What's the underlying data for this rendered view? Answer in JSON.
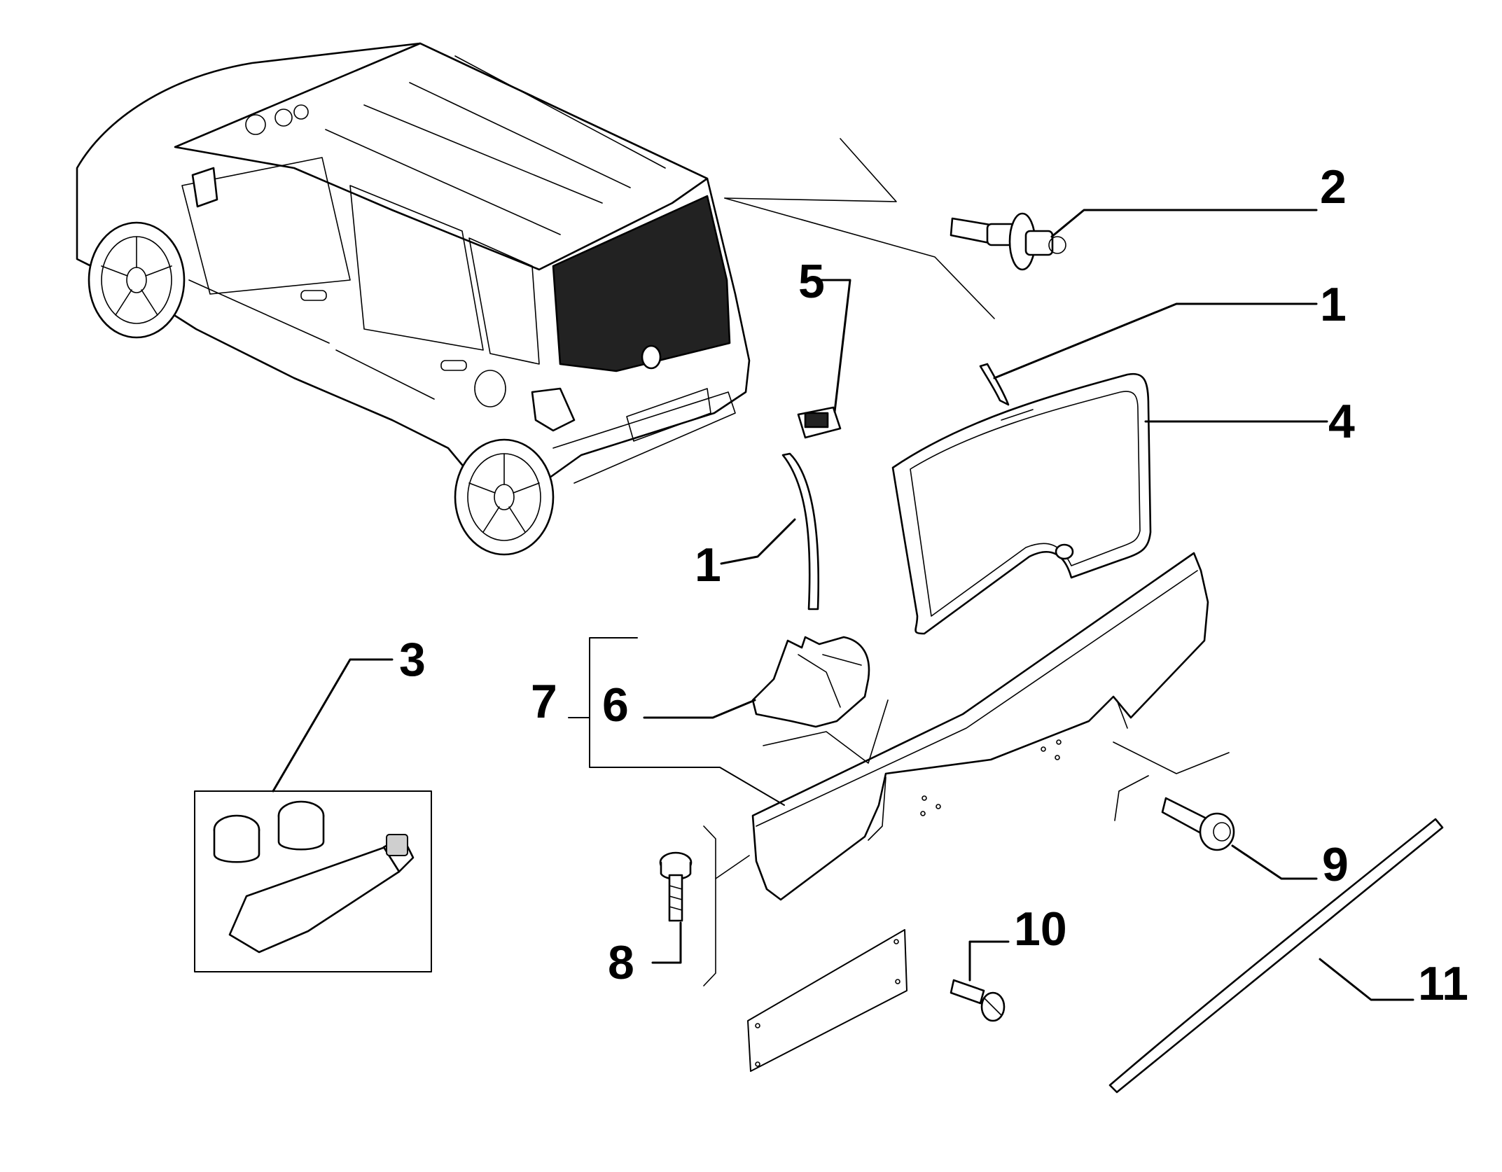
{
  "callouts": {
    "c2": "2",
    "c1_top": "1",
    "c5": "5",
    "c4": "4",
    "c1_left": "1",
    "c3": "3",
    "c7": "7",
    "c6": "6",
    "c9": "9",
    "c10": "10",
    "c8": "8",
    "c11": "11"
  }
}
